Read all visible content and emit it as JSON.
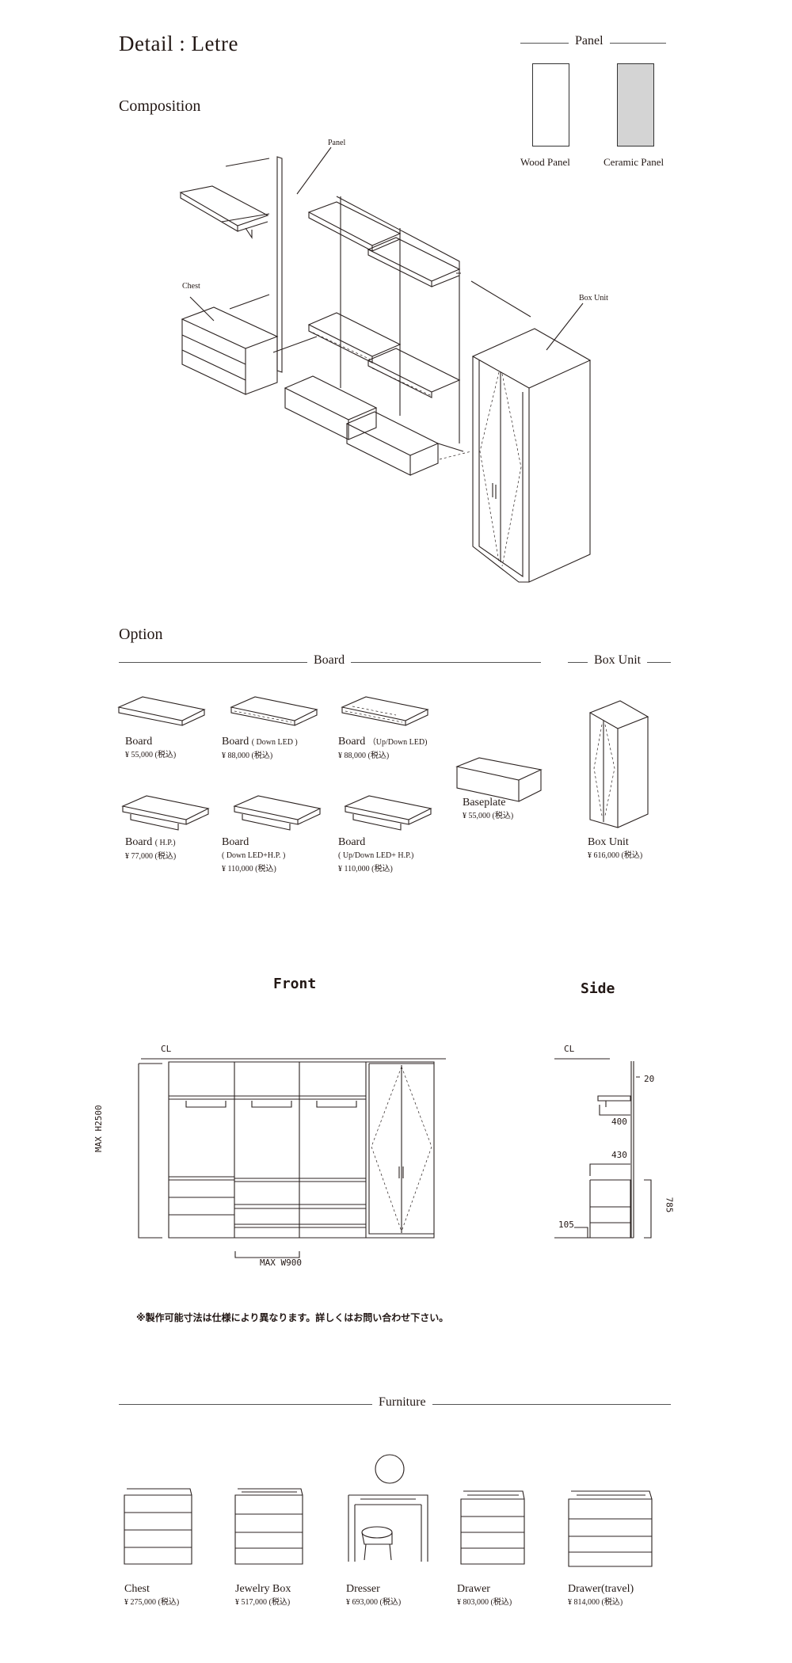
{
  "title": "Detail : Letre",
  "composition": {
    "heading": "Composition",
    "callouts": {
      "panel": "Panel",
      "chest": "Chest",
      "box_unit": "Box Unit"
    }
  },
  "panel": {
    "heading": "Panel",
    "items": [
      {
        "label": "Wood Panel",
        "color": "#ffffff"
      },
      {
        "label": "Ceramic Panel",
        "color": "#d4d4d4"
      }
    ]
  },
  "option": {
    "heading": "Option",
    "board_heading": "Board",
    "box_heading": "Box Unit",
    "boards": [
      {
        "name": "Board",
        "sub": "",
        "price": "¥ 55,000 (税込)"
      },
      {
        "name": "Board",
        "sub": "( Down LED )",
        "price": "¥ 88,000 (税込)"
      },
      {
        "name": "Board",
        "sub": "（Up/Down LED)",
        "price": "¥ 88,000 (税込)"
      },
      {
        "name": "Board",
        "sub": "( H.P.)",
        "price": "¥ 77,000 (税込)"
      },
      {
        "name": "Board",
        "sub": "( Down LED+H.P. )",
        "price": "¥ 110,000 (税込)"
      },
      {
        "name": "Board",
        "sub": "( Up/Down LED+ H.P.)",
        "price": "¥ 110,000 (税込)"
      }
    ],
    "baseplate": {
      "name": "Baseplate",
      "price": "¥  55,000 (税込)"
    },
    "box_unit": {
      "name": "Box Unit",
      "price": "¥ 616,000 (税込)"
    }
  },
  "drawings": {
    "front_title": "Front",
    "side_title": "Side",
    "cl": "CL",
    "max_h": "MAX H2500",
    "max_w": "MAX W900",
    "dims": {
      "d20": "20",
      "d400": "400",
      "d430": "430",
      "d785": "785",
      "d105": "105"
    }
  },
  "note": "※製作可能寸法は仕様により異なります。詳しくはお問い合わせ下さい。",
  "furniture": {
    "heading": "Furniture",
    "items": [
      {
        "name": "Chest",
        "price": "¥ 275,000 (税込)"
      },
      {
        "name": "Jewelry Box",
        "price": "¥ 517,000 (税込)"
      },
      {
        "name": "Dresser",
        "price": "¥ 693,000 (税込)"
      },
      {
        "name": "Drawer",
        "price": "¥ 803,000 (税込)"
      },
      {
        "name": "Drawer(travel)",
        "price": "¥ 814,000 (税込)"
      }
    ]
  }
}
